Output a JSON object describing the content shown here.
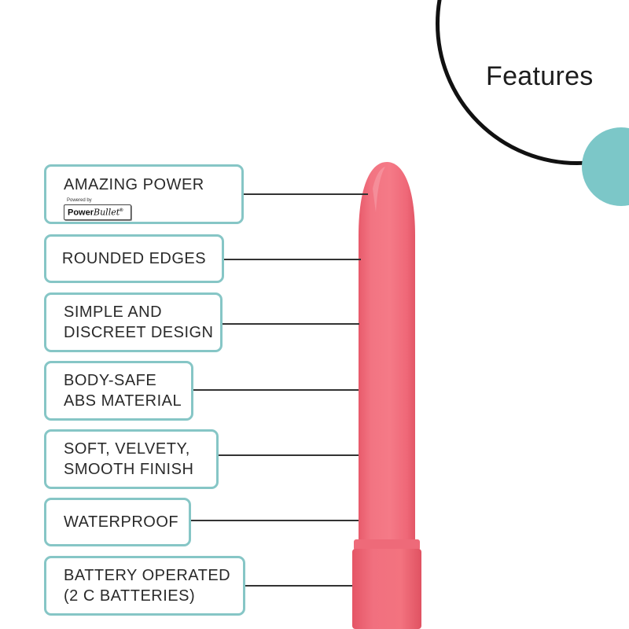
{
  "header": {
    "title": "Features"
  },
  "brand": {
    "powered_by": "Powered by",
    "name_part1": "Power",
    "name_part2": "Bullet",
    "mark": "®"
  },
  "features": [
    {
      "lines": [
        "AMAZING POWER"
      ]
    },
    {
      "lines": [
        "ROUNDED EDGES"
      ]
    },
    {
      "lines": [
        "SIMPLE AND",
        "DISCREET DESIGN"
      ]
    },
    {
      "lines": [
        "BODY-SAFE",
        "ABS MATERIAL"
      ]
    },
    {
      "lines": [
        "SOFT, VELVETY,",
        "SMOOTH FINISH"
      ]
    },
    {
      "lines": [
        "WATERPROOF"
      ]
    },
    {
      "lines": [
        "BATTERY OPERATED",
        "(2 C BATTERIES)"
      ]
    }
  ],
  "colors": {
    "accent_teal": "#86c6c6",
    "dot_teal": "#7cc7c8",
    "product_pink": "#f4727f",
    "outline_black": "#111111"
  }
}
